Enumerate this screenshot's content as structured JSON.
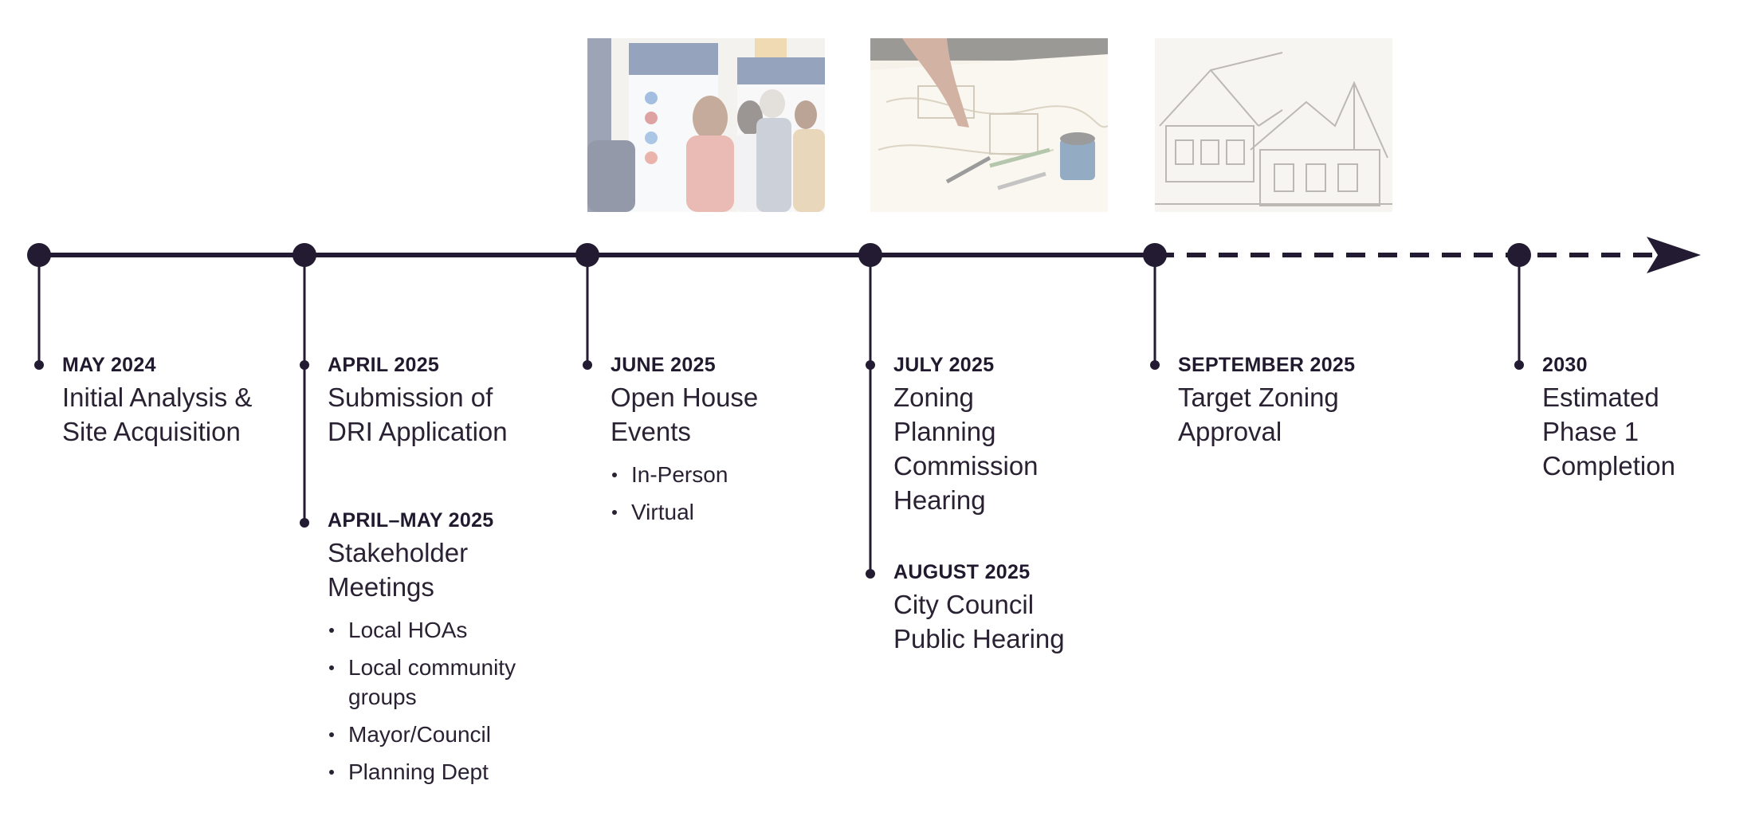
{
  "colors": {
    "line": "#231b31",
    "text": "#2a2233"
  },
  "photos": [
    {
      "name": "open-house-photo",
      "subject": "people viewing design boards at an open house"
    },
    {
      "name": "plans-sketching-photo",
      "subject": "hands sketching on site plans with pencils"
    },
    {
      "name": "architectural-sketch-photo",
      "subject": "pencil sketch of building elevations"
    }
  ],
  "events": [
    {
      "date": "MAY 2024",
      "title": "Initial Analysis & Site Acquisition",
      "bullets": []
    },
    {
      "date": "APRIL 2025",
      "title": "Submission of DRI Application",
      "bullets": []
    },
    {
      "date": "APRIL–MAY 2025",
      "title": "Stakeholder Meetings",
      "bullets": [
        "Local HOAs",
        "Local community groups",
        "Mayor/Council",
        "Planning Dept"
      ]
    },
    {
      "date": "JUNE 2025",
      "title": "Open House Events",
      "bullets": [
        "In-Person",
        "Virtual"
      ]
    },
    {
      "date": "JULY 2025",
      "title": "Zoning Planning Commission Hearing",
      "bullets": []
    },
    {
      "date": "AUGUST 2025",
      "title": "City Council Public Hearing",
      "bullets": []
    },
    {
      "date": "SEPTEMBER 2025",
      "title": "Target Zoning Approval",
      "bullets": []
    },
    {
      "date": "2030",
      "title": "Estimated Phase 1 Completion",
      "bullets": []
    }
  ]
}
